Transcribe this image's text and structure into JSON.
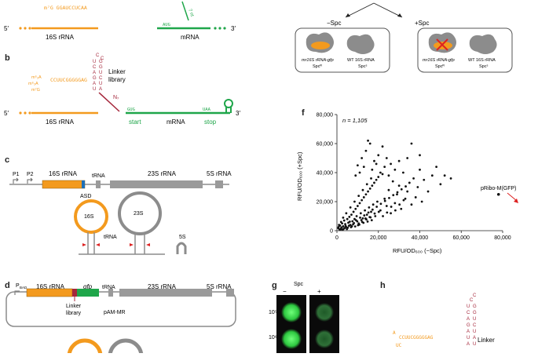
{
  "panels": {
    "a": {
      "five_prime": "5′",
      "three_prime": "3′",
      "rrna_label": "16S rRNA",
      "mrna_label": "mRNA",
      "seq": "m⁷G  GGAUCCUCAA",
      "start": "AUG",
      "spacer": "7 nt"
    },
    "b": {
      "letter": "b",
      "five_prime": "5′",
      "three_prime": "3′",
      "rrna_label": "16S rRNA",
      "mrna_label": "mRNA",
      "linker": "Linker",
      "library": "library",
      "n7": "N₇",
      "start": "start",
      "stop": "stop",
      "start_codon": "GUG",
      "stop_codon": "UAA",
      "seq": "CCUUCGGGGGAG",
      "mods": [
        "m⁶₂A",
        "m⁶₂A",
        "m⁷G"
      ]
    },
    "c": {
      "letter": "c",
      "p1": "P1",
      "p2": "P2",
      "rrna16": "16S rRNA",
      "trna": "tRNA",
      "rrna23": "23S rRNA",
      "rrna5": "5S rRNA",
      "asd": "ASD",
      "ring16": "16S",
      "ring23": "23S",
      "trna_struct": "tRNA",
      "s5": "5S"
    },
    "d": {
      "letter": "d",
      "pbad": "P",
      "pbad_sub": "BAD",
      "rrna16": "16S rRNA",
      "gfp": "gfp",
      "trna": "tRNA",
      "rrna23": "23S rRNA",
      "rrna5": "5S rRNA",
      "linker": "Linker",
      "library": "library",
      "plasmid": "pAM-MR"
    },
    "e": {
      "minus_spc": "−Spc",
      "plus_spc": "+Spc",
      "cell1_label": "mr16S rRNA-gfp",
      "cell1_res": "Spcᴿ",
      "cell2_label": "WT 16S rRNA",
      "cell2_res": "Spcˢ",
      "cell3_label": "mr16S rRNA-gfp",
      "cell3_res": "Spcᴿ",
      "cell4_label": "WT 16S rRNA",
      "cell4_res": "Spcˢ"
    },
    "f": {
      "letter": "f",
      "n_label": "n = 1,105",
      "ylabel": "RFU/OD₆₀₀ (+Spc)",
      "xlabel": "RFU/OD₆₀₀ (−Spc)",
      "annotation": "pRibo-M(GFP)"
    },
    "g": {
      "letter": "g",
      "title": "Spc",
      "minus": "−",
      "plus": "+",
      "row1": "10⁵",
      "row2": "10⁶"
    },
    "h": {
      "letter": "h",
      "linker": "Linker",
      "seq": "CCUUCGGGGGAG",
      "a": "A",
      "uc": "UC"
    }
  },
  "colors": {
    "orange": "#f39a1e",
    "green": "#1fa64a",
    "red": "#a5273b",
    "grey": "#8c8c8c",
    "darkgrey": "#6d6d6d"
  },
  "chart_data": {
    "type": "scatter",
    "title": "",
    "xlabel": "RFU/OD600 (−Spc)",
    "ylabel": "RFU/OD600 (+Spc)",
    "xlim": [
      0,
      80000
    ],
    "ylim": [
      0,
      80000
    ],
    "xticks": [
      "0",
      "20,000",
      "40,000",
      "60,000",
      "80,000"
    ],
    "yticks": [
      "0",
      "20,000",
      "40,000",
      "60,000",
      "80,000"
    ],
    "n": 1105,
    "grid": false,
    "highlight": {
      "name": "pRibo-M(GFP)",
      "x": 78000,
      "y": 25000
    },
    "points": [
      [
        800,
        2500
      ],
      [
        1500,
        3500
      ],
      [
        2000,
        1500
      ],
      [
        2500,
        5000
      ],
      [
        3000,
        3000
      ],
      [
        3500,
        7000
      ],
      [
        4000,
        4500
      ],
      [
        4500,
        2500
      ],
      [
        5000,
        8000
      ],
      [
        5500,
        5500
      ],
      [
        6000,
        9500
      ],
      [
        6500,
        4000
      ],
      [
        7000,
        11000
      ],
      [
        7500,
        6500
      ],
      [
        8000,
        13000
      ],
      [
        8500,
        8000
      ],
      [
        9000,
        15000
      ],
      [
        9500,
        10000
      ],
      [
        10000,
        17000
      ],
      [
        10500,
        5000
      ],
      [
        11000,
        19000
      ],
      [
        11500,
        12000
      ],
      [
        12000,
        21000
      ],
      [
        12500,
        8500
      ],
      [
        13000,
        23000
      ],
      [
        13500,
        14000
      ],
      [
        14000,
        25000
      ],
      [
        14500,
        11000
      ],
      [
        15000,
        27000
      ],
      [
        15500,
        16000
      ],
      [
        16000,
        29000
      ],
      [
        16500,
        13000
      ],
      [
        17000,
        31000
      ],
      [
        17500,
        18000
      ],
      [
        18000,
        33000
      ],
      [
        18500,
        10000
      ],
      [
        19000,
        35000
      ],
      [
        19500,
        20000
      ],
      [
        20000,
        37000
      ],
      [
        21000,
        14000
      ],
      [
        22000,
        39000
      ],
      [
        23000,
        22000
      ],
      [
        24000,
        17000
      ],
      [
        25000,
        28000
      ],
      [
        26000,
        12000
      ],
      [
        27000,
        34000
      ],
      [
        28000,
        19000
      ],
      [
        29000,
        25000
      ],
      [
        30000,
        31000
      ],
      [
        31000,
        15000
      ],
      [
        32000,
        40000
      ],
      [
        33000,
        22000
      ],
      [
        34000,
        27000
      ],
      [
        35000,
        33000
      ],
      [
        36000,
        18000
      ],
      [
        37000,
        36000
      ],
      [
        38000,
        23000
      ],
      [
        39000,
        30000
      ],
      [
        40000,
        42000
      ],
      [
        41000,
        20000
      ],
      [
        42000,
        35000
      ],
      [
        44000,
        27000
      ],
      [
        46000,
        38000
      ],
      [
        48000,
        44000
      ],
      [
        50000,
        32000
      ],
      [
        52000,
        38000
      ],
      [
        55000,
        36000
      ],
      [
        1200,
        900
      ],
      [
        2200,
        2200
      ],
      [
        3200,
        1200
      ],
      [
        4200,
        3200
      ],
      [
        5200,
        2000
      ],
      [
        6200,
        6200
      ],
      [
        7200,
        3000
      ],
      [
        8200,
        5200
      ],
      [
        9200,
        7200
      ],
      [
        10200,
        3800
      ],
      [
        11200,
        9000
      ],
      [
        12200,
        6000
      ],
      [
        13200,
        10500
      ],
      [
        14200,
        7800
      ],
      [
        15200,
        12500
      ],
      [
        16200,
        9200
      ],
      [
        17200,
        14500
      ],
      [
        18200,
        11800
      ],
      [
        19200,
        16500
      ],
      [
        20200,
        13000
      ],
      [
        21200,
        18500
      ],
      [
        22200,
        10000
      ],
      [
        23200,
        20500
      ],
      [
        24200,
        12500
      ],
      [
        25200,
        22500
      ],
      [
        26200,
        16500
      ],
      [
        27200,
        24500
      ],
      [
        28200,
        14000
      ],
      [
        29200,
        26500
      ],
      [
        30200,
        18000
      ],
      [
        31200,
        28500
      ],
      [
        32200,
        21000
      ],
      [
        33200,
        30500
      ],
      [
        10000,
        45000
      ],
      [
        12000,
        50000
      ],
      [
        14000,
        55000
      ],
      [
        16000,
        60000
      ],
      [
        18000,
        48000
      ],
      [
        20000,
        52000
      ],
      [
        22000,
        58000
      ],
      [
        15000,
        62000
      ],
      [
        24000,
        50000
      ],
      [
        26000,
        46000
      ],
      [
        28000,
        42000
      ],
      [
        30000,
        48000
      ],
      [
        13000,
        44000
      ],
      [
        11000,
        40000
      ],
      [
        9000,
        38000
      ],
      [
        17000,
        42000
      ],
      [
        19000,
        46000
      ],
      [
        21000,
        40000
      ],
      [
        23000,
        44000
      ],
      [
        25000,
        38000
      ],
      [
        36000,
        60000
      ],
      [
        34000,
        50000
      ],
      [
        40000,
        52000
      ],
      [
        16500,
        36000
      ],
      [
        14500,
        32000
      ],
      [
        12500,
        28000
      ],
      [
        10500,
        24000
      ],
      [
        8500,
        20000
      ],
      [
        6500,
        16000
      ],
      [
        4500,
        12000
      ],
      [
        3000,
        9000
      ],
      [
        2000,
        6000
      ],
      [
        1000,
        4000
      ],
      [
        600,
        1800
      ],
      [
        1800,
        800
      ],
      [
        2800,
        700
      ],
      [
        3800,
        1900
      ],
      [
        4800,
        1100
      ],
      [
        5800,
        3400
      ],
      [
        6800,
        2400
      ],
      [
        7800,
        4400
      ],
      [
        8800,
        2900
      ],
      [
        9800,
        6400
      ],
      [
        10800,
        4200
      ],
      [
        11800,
        7300
      ],
      [
        12800,
        5400
      ],
      [
        13800,
        8400
      ],
      [
        14800,
        6300
      ],
      [
        15800,
        9400
      ],
      [
        16800,
        7200
      ]
    ]
  }
}
